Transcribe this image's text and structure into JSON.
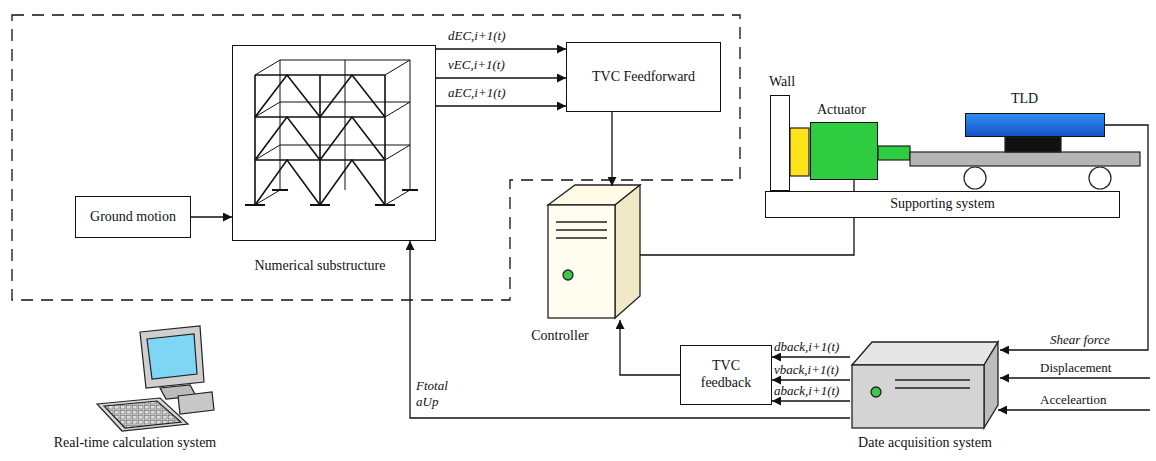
{
  "diagram": {
    "nodes": [
      {
        "text": [
          "Ground motion"
        ]
      },
      {
        "text": [
          "Numerical substructure"
        ]
      },
      {
        "text": [
          "TVC Feedforward"
        ]
      },
      {
        "text": [
          "Wall"
        ]
      },
      {
        "text": [
          "Actuator"
        ]
      },
      {
        "text": [
          "TLD"
        ]
      },
      {
        "text": [
          "Supporting system"
        ]
      },
      {
        "text": [
          "Controller"
        ]
      },
      {
        "text": [
          "TVC feedback"
        ]
      },
      {
        "text": [
          "Date acquisition system"
        ]
      },
      {
        "text": [
          "Real-time calculation system"
        ]
      }
    ],
    "edges": [
      {
        "from": 0,
        "to": 1,
        "arrow": "to"
      },
      {
        "from": 1,
        "to": 2,
        "label": "dEC,i+1(t)",
        "arrow": "to"
      },
      {
        "from": 1,
        "to": 2,
        "label": "vEC,i+1(t)",
        "arrow": "to"
      },
      {
        "from": 1,
        "to": 2,
        "label": "aEC,i+1(t)",
        "arrow": "to"
      },
      {
        "from": 2,
        "to": 7,
        "arrow": "to"
      },
      {
        "from": 7,
        "to": 4,
        "arrow": "none"
      },
      {
        "from": 5,
        "to": 9,
        "label": "Shear force",
        "arrow": "to"
      },
      {
        "from": 9,
        "to": 8,
        "label": "dback,i+1(t)",
        "arrow": "to"
      },
      {
        "from": 9,
        "to": 8,
        "label": "vback,i+1(t)",
        "arrow": "to"
      },
      {
        "from": 9,
        "to": 8,
        "label": "aback,i+1(t)",
        "arrow": "to"
      },
      {
        "from": 8,
        "to": 7,
        "arrow": "to"
      },
      {
        "from": 9,
        "to": 1,
        "label": "Ftotal aUp",
        "arrow": "to"
      }
    ],
    "labels": [
      "Displacement",
      "Acceleartion"
    ]
  }
}
